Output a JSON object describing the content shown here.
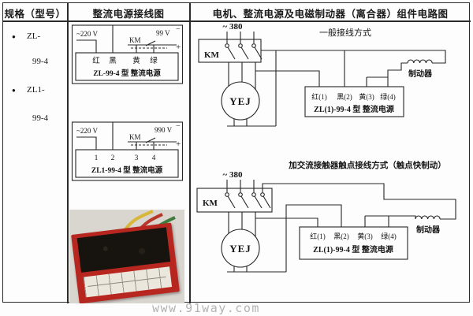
{
  "header": {
    "col_spec": "规格（型号）",
    "col_wiring": "整流电源接线图",
    "col_circuit": "电机、整流电源及电磁制动器（离合器）组件电路图"
  },
  "spec": {
    "bullet": "●",
    "items": [
      {
        "l1": "ZL-",
        "l2": "99-4"
      },
      {
        "l1": "ZL1-",
        "l2": "99-4"
      }
    ]
  },
  "wiring": {
    "d1": {
      "input": "~220 V",
      "km": "KM",
      "output": "99 V",
      "minus": "−",
      "plus": "+",
      "t": [
        "红",
        "黑",
        "黄",
        "绿"
      ],
      "caption": "ZL-99-4 型 整流电源"
    },
    "d2": {
      "input": "~220 V",
      "km": "KM",
      "output": "990 V",
      "minus": "−",
      "plus": "+",
      "t": [
        "1",
        "2",
        "3",
        "4"
      ],
      "caption": "ZL1-99-4 型 整流电源"
    }
  },
  "circuit": {
    "top": {
      "supply": "~ 380",
      "title": "一般接线方式",
      "km": "KM",
      "motor": "YEJ",
      "t": [
        "红(1)",
        "黑(2)",
        "黄(3)",
        "绿(4)"
      ],
      "caption": "ZL(1)-99-4 型 整流电源",
      "brake": "制动器"
    },
    "bottom": {
      "supply": "~ 380",
      "title": "加交流接触器触点接线方式（触点快制动）",
      "km": "KM",
      "motor": "YEJ",
      "t": [
        "红(1)",
        "黑(2)",
        "黄(3)",
        "绿(4)"
      ],
      "caption": "ZL(1)-99-4 型 整流电源",
      "brake": "制动器"
    }
  },
  "photo": {
    "colors": {
      "body": "#b8271f",
      "top": "#17130f",
      "label": "#ece7dc",
      "wire_yellow": "#d8b63a",
      "wire_red": "#b8372b",
      "wire_green": "#3f7d3f"
    }
  },
  "watermark": {
    "text": "www.91way.com"
  }
}
